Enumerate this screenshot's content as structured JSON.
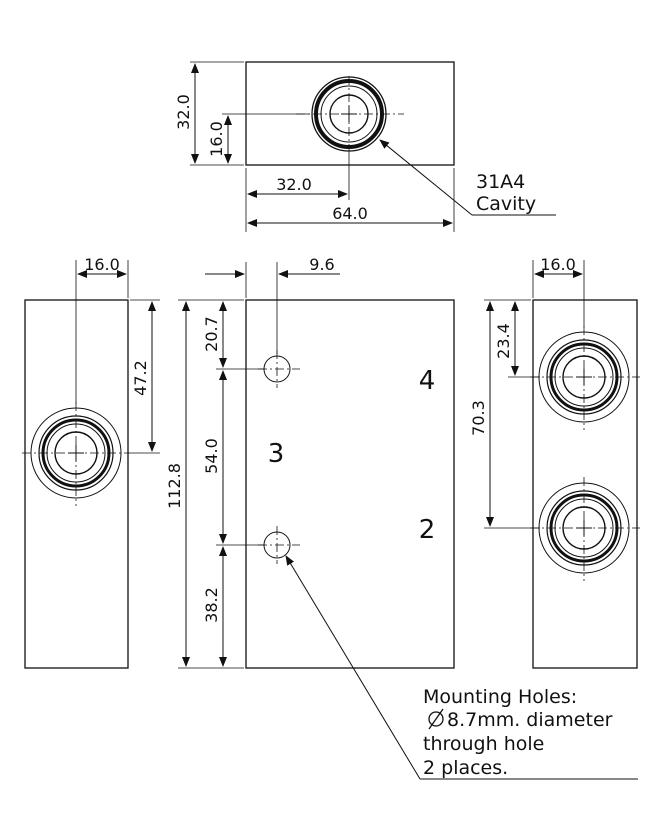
{
  "top_view": {
    "dim_height": "32.0",
    "dim_center_height": "16.0",
    "dim_center_width": "32.0",
    "dim_width": "64.0",
    "callout_line1": "31A4",
    "callout_line2": "Cavity"
  },
  "left_view": {
    "dim_offset": "16.0",
    "dim_from_top": "47.2"
  },
  "front_view": {
    "dim_total_height": "112.8",
    "dim_hole_x": "9.6",
    "dim_top_hole": "20.7",
    "dim_hole_spacing": "54.0",
    "dim_bottom_hole": "38.2",
    "port_labels": [
      "4",
      "3",
      "2"
    ]
  },
  "right_view": {
    "dim_offset": "16.0",
    "dim_top_port": "23.4",
    "dim_port_spacing": "70.3"
  },
  "note": {
    "line1": "Mounting Holes:",
    "line2": "8.7mm. diameter",
    "line3": "through hole",
    "line4": "2 places.",
    "diameter_symbol": "diameter-symbol"
  }
}
